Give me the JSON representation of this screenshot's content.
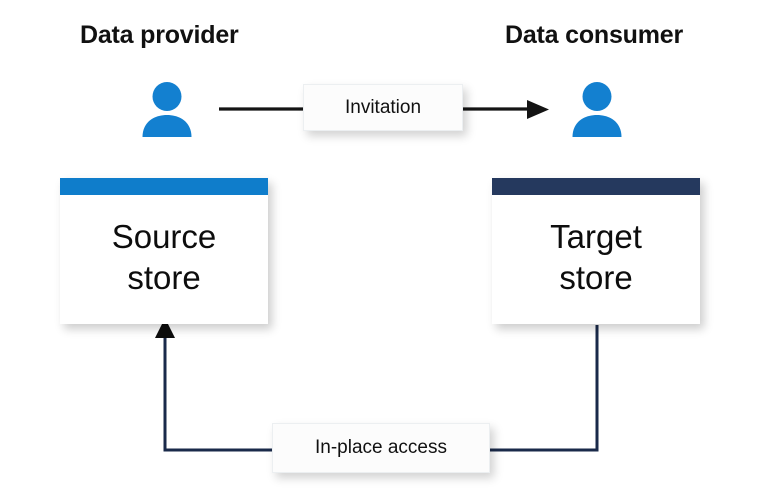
{
  "diagram": {
    "title_provider": "Data provider",
    "title_consumer": "Data consumer",
    "actors": [
      {
        "name": "data-provider-actor",
        "icon": "person-icon",
        "color": "#1380d0"
      },
      {
        "name": "data-consumer-actor",
        "icon": "person-icon",
        "color": "#1380d0"
      }
    ],
    "stores": [
      {
        "id": "source",
        "label": "Source\nstore",
        "bar_color": "#0f7dcb",
        "body_color": "#ffffff"
      },
      {
        "id": "target",
        "label": "Target\nstore",
        "bar_color": "#25395e",
        "body_color": "#ffffff"
      }
    ],
    "edges": [
      {
        "id": "invitation",
        "label": "Invitation",
        "from": "data-provider-actor",
        "to": "data-consumer-actor",
        "style": "straight-arrow",
        "color": "#141414"
      },
      {
        "id": "in-place-access",
        "label": "In-place access",
        "from": "target-store",
        "to": "source-store",
        "style": "elbow-arrow",
        "color": "#1a2a4a"
      }
    ],
    "colors": {
      "accent_blue": "#1380d0",
      "source_bar": "#0f7dcb",
      "target_bar": "#25395e",
      "arrow_dark": "#141414",
      "arrow_navy": "#1a2a4a",
      "background": "#ffffff"
    }
  }
}
